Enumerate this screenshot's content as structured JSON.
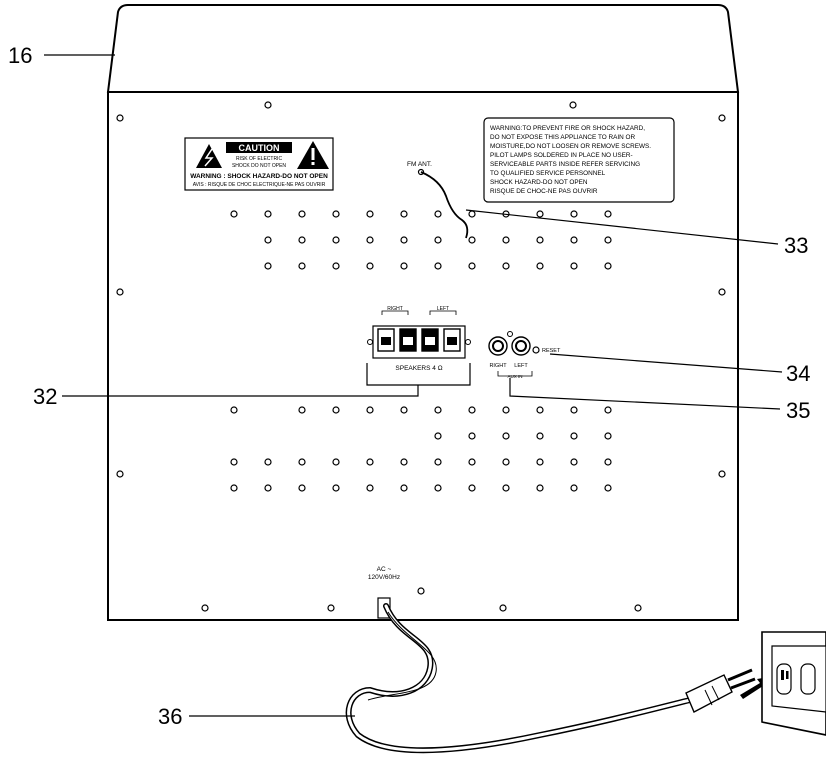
{
  "callouts": {
    "c16": "16",
    "c33": "33",
    "c34": "34",
    "c35": "35",
    "c32": "32",
    "c36": "36"
  },
  "caution_label": {
    "title": "CAUTION",
    "line1": "RISK OF ELECTRIC",
    "line2": "SHOCK DO NOT OPEN",
    "warning": "WARNING : SHOCK HAZARD-DO NOT OPEN",
    "avis": "AVIS : RISQUE DE CHOC ELECTRIQUE-NE PAS OUVRIR"
  },
  "warning_box": {
    "lines": [
      "WARNING:TO PREVENT FIRE OR SHOCK HAZARD,",
      "DO NOT EXPOSE THIS APPLIANCE TO RAIN OR",
      "MOISTURE,DO NOT LOOSEN OR REMOVE SCREWS.",
      "PILOT LAMPS SOLDERED IN PLACE NO USER-",
      "SERVICEABLE PARTS INSIDE REFER SERVICING",
      "TO QUALIFIED SERVICE PERSONNEL",
      "SHOCK HAZARD-DO NOT OPEN",
      "RISQUE DE CHOC-NE PAS OUVRIR"
    ]
  },
  "panel_labels": {
    "fm_ant": "FM ANT.",
    "speakers": "SPEAKERS 4 Ω",
    "right_group": "RIGHT",
    "left_group": "LEFT",
    "aux_right": "RIGHT",
    "aux_left": "LEFT",
    "aux_in": "AUX IN",
    "reset": "RESET",
    "ac_line1": "AC ~",
    "ac_line2": "120V/60Hz"
  }
}
